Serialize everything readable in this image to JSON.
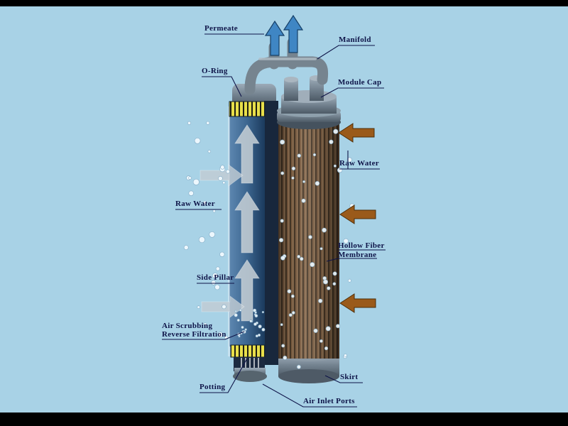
{
  "labels": {
    "permeate": "Permeate",
    "manifold": "Manifold",
    "o_ring": "O-Ring",
    "module_cap": "Module Cap",
    "raw_water_right": "Raw Water",
    "raw_water_left": "Raw Water",
    "hollow_fiber": {
      "line1": "Hollow Fiber",
      "line2": "Membrane"
    },
    "side_pillar": "Side Pillar",
    "air_scrubbing": {
      "line1": "Air Scrubbing",
      "line2": "Reverse Filtration"
    },
    "skirt": "Skirt",
    "potting": "Potting",
    "air_inlet_ports": "Air Inlet Ports"
  },
  "colors": {
    "background": "#a8d2e6",
    "label_text": "#0e1448",
    "leader_line": "#0e1448",
    "permeate_arrow": "#3f86c4",
    "raw_water_arrow": "#9a5a1a",
    "internal_flow_arrow": "#c3cdd4",
    "membrane_fiber": "#7b5c40",
    "module_body_gray": "#72818e",
    "potting_band_yellow": "#e8df4a",
    "interior_blue": "#3c6690",
    "bubble": "#f2fbff",
    "letterbox": "#000000"
  }
}
